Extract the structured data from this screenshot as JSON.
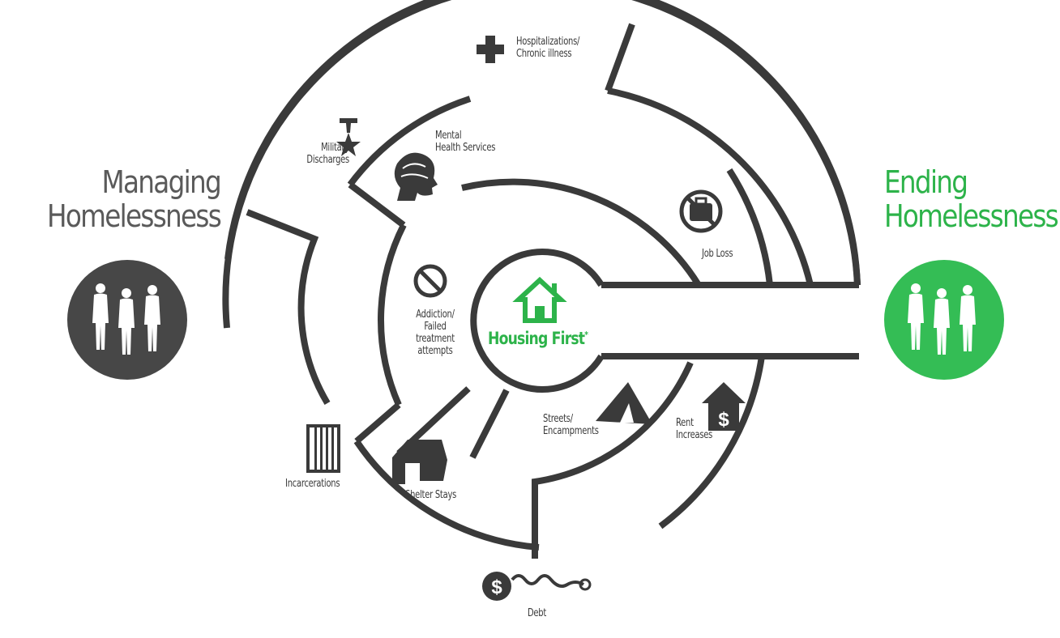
{
  "left": {
    "title_line1": "Managing",
    "title_line2": "Homelessness"
  },
  "right": {
    "title_line1": "Ending",
    "title_line2": "Homelessness"
  },
  "center": {
    "label": "Housing First",
    "marker": "*"
  },
  "obstacles": {
    "hospitalizations": {
      "line1": "Hospitalizations/",
      "line2": "Chronic illness",
      "icon": "medical-cross-icon"
    },
    "military": {
      "line1": "Military",
      "line2": "Discharges",
      "icon": "medal-icon"
    },
    "mental_health": {
      "line1": "Mental",
      "line2": "Health Services",
      "icon": "head-brain-icon"
    },
    "job_loss": {
      "line1": "Job Loss",
      "icon": "no-briefcase-icon"
    },
    "addiction": {
      "line1": "Addiction/",
      "line2": "Failed",
      "line3": "treatment",
      "line4": "attempts",
      "icon": "prohibited-icon"
    },
    "streets": {
      "line1": "Streets/",
      "line2": "Encampments",
      "icon": "tent-icon"
    },
    "rent": {
      "line1": "Rent",
      "line2": "Increases",
      "icon": "house-dollar-icon"
    },
    "incarcerations": {
      "line1": "Incarcerations",
      "icon": "jail-cell-icon"
    },
    "shelter": {
      "line1": "Shelter Stays",
      "icon": "shelter-icon"
    },
    "debt": {
      "line1": "Debt",
      "icon": "ball-and-chain-icon"
    }
  },
  "colors": {
    "maze": "#3a3a3a",
    "green": "#2db34a",
    "dark_circle": "#474747"
  }
}
